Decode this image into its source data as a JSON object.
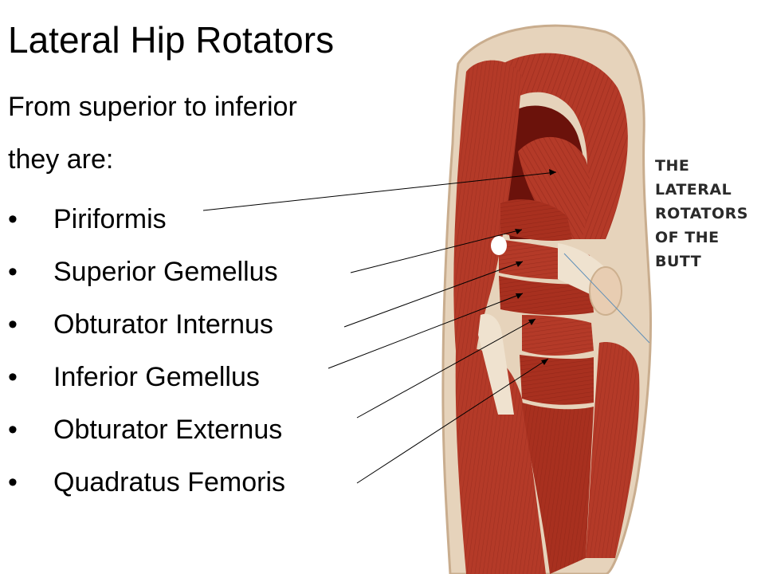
{
  "slide": {
    "title": "Lateral Hip Rotators",
    "intro_line1": "From superior to inferior",
    "intro_line2": "they are:",
    "bullet_char": "•",
    "muscles": [
      "Piriformis",
      "Superior Gemellus",
      "Obturator Internus",
      "Inferior Gemellus",
      "Obturator Externus",
      "Quadratus Femoris"
    ]
  },
  "illustration": {
    "caption_lines": [
      "THE",
      "LATERAL",
      "ROTATORS",
      "OF THE",
      "BUTT"
    ],
    "colors": {
      "muscle_dark": "#8e1c13",
      "muscle_mid": "#b43a28",
      "muscle_light": "#d9735a",
      "fascia": "#e8cdb2",
      "tendon": "#efe2cf",
      "skin": "#e6d3bb",
      "leader_line": "#000000",
      "caption": "#2a2a2a"
    }
  }
}
